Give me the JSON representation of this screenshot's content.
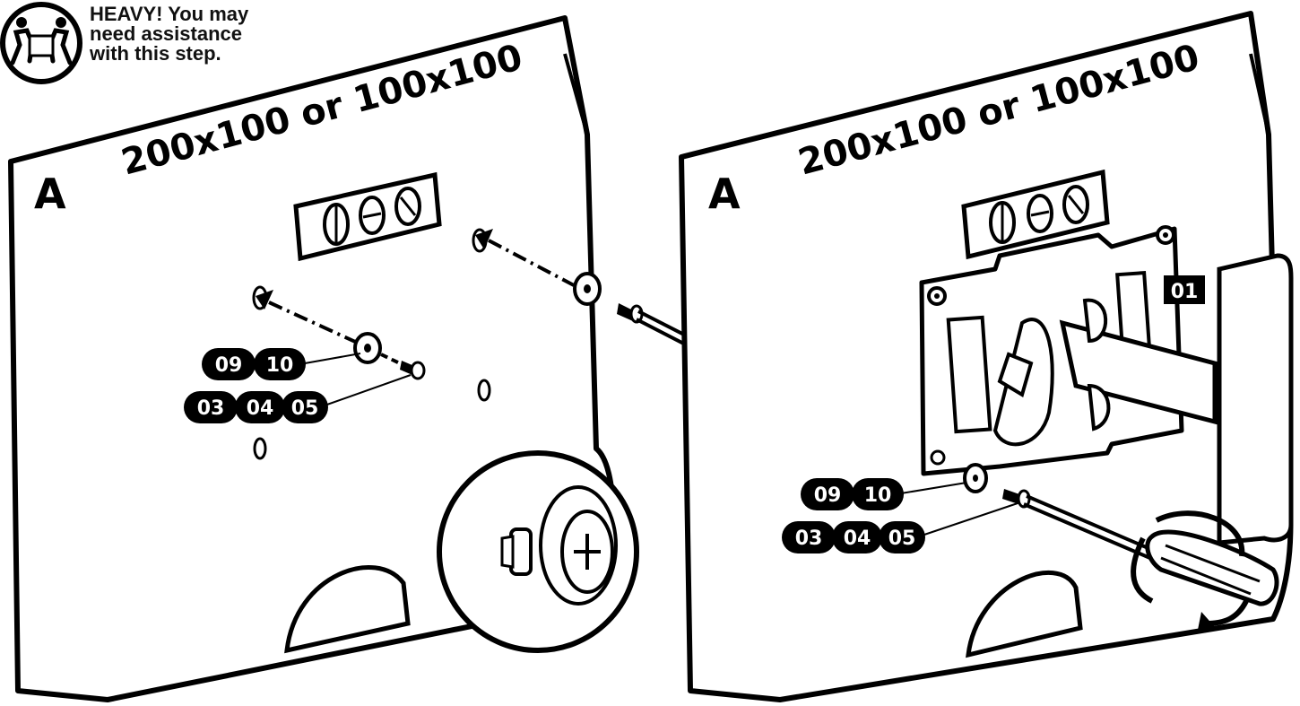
{
  "warning": {
    "line1": "HEAVY! You may",
    "line2": "need assistance",
    "line3": "with this step.",
    "icon": "two-person-lift-icon"
  },
  "left_panel": {
    "letter": "A",
    "vesa": "200x100 or 100x100",
    "washer_parts": [
      "09",
      "10"
    ],
    "screw_parts": [
      "03",
      "04",
      "05"
    ]
  },
  "right_panel": {
    "letter": "A",
    "vesa": "200x100 or 100x100",
    "bracket_part": "01",
    "washer_parts": [
      "09",
      "10"
    ],
    "screw_parts": [
      "03",
      "04",
      "05"
    ]
  },
  "colors": {
    "ink": "#000000",
    "paper": "#ffffff",
    "panel_fill": "#ffffff"
  }
}
